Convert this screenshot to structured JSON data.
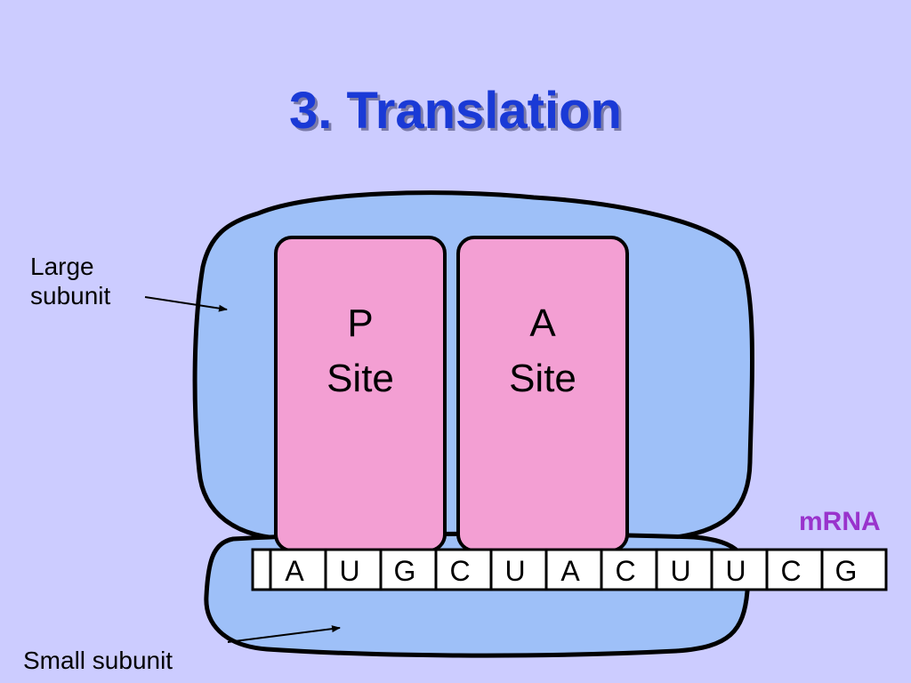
{
  "title": "3. Translation",
  "labels": {
    "large_subunit_line1": "Large",
    "large_subunit_line2": "subunit",
    "small_subunit": "Small subunit",
    "mrna": "mRNA"
  },
  "sites": [
    {
      "line1": "P",
      "line2": "Site"
    },
    {
      "line1": "A",
      "line2": "Site"
    }
  ],
  "mrna_bases": [
    "A",
    "U",
    "G",
    "C",
    "U",
    "A",
    "C",
    "U",
    "U",
    "C",
    "G"
  ],
  "colors": {
    "background": "#ccccff",
    "subunit_fill": "#9ec0f8",
    "site_fill": "#f39fd3",
    "title": "#1a3ad6",
    "mrna_label": "#9933cc"
  }
}
